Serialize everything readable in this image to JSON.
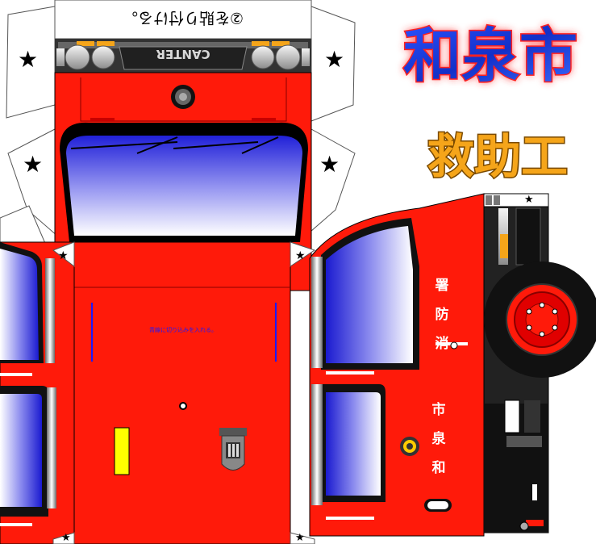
{
  "top_flap": {
    "instruction": "②を貼り付ける。"
  },
  "grille": {
    "brand": "CANTER"
  },
  "stars": {
    "glyph": "★"
  },
  "floor_panel": {
    "note": "青線に切り込みを入れる。"
  },
  "title": {
    "city_name": "和泉市",
    "vehicle_type": "救助工"
  },
  "side_door": {
    "upper_text": [
      "消",
      "防",
      "署"
    ],
    "lower_text": [
      "和",
      "泉",
      "市"
    ]
  },
  "colors": {
    "body_red": "#ff1a0a",
    "window_blue": "#2222dd",
    "title_blue": "#1a3fd8",
    "title_glow": "#ff2a2a",
    "title_orange": "#f5a51a",
    "cut_line_blue": "#1a1aff"
  }
}
